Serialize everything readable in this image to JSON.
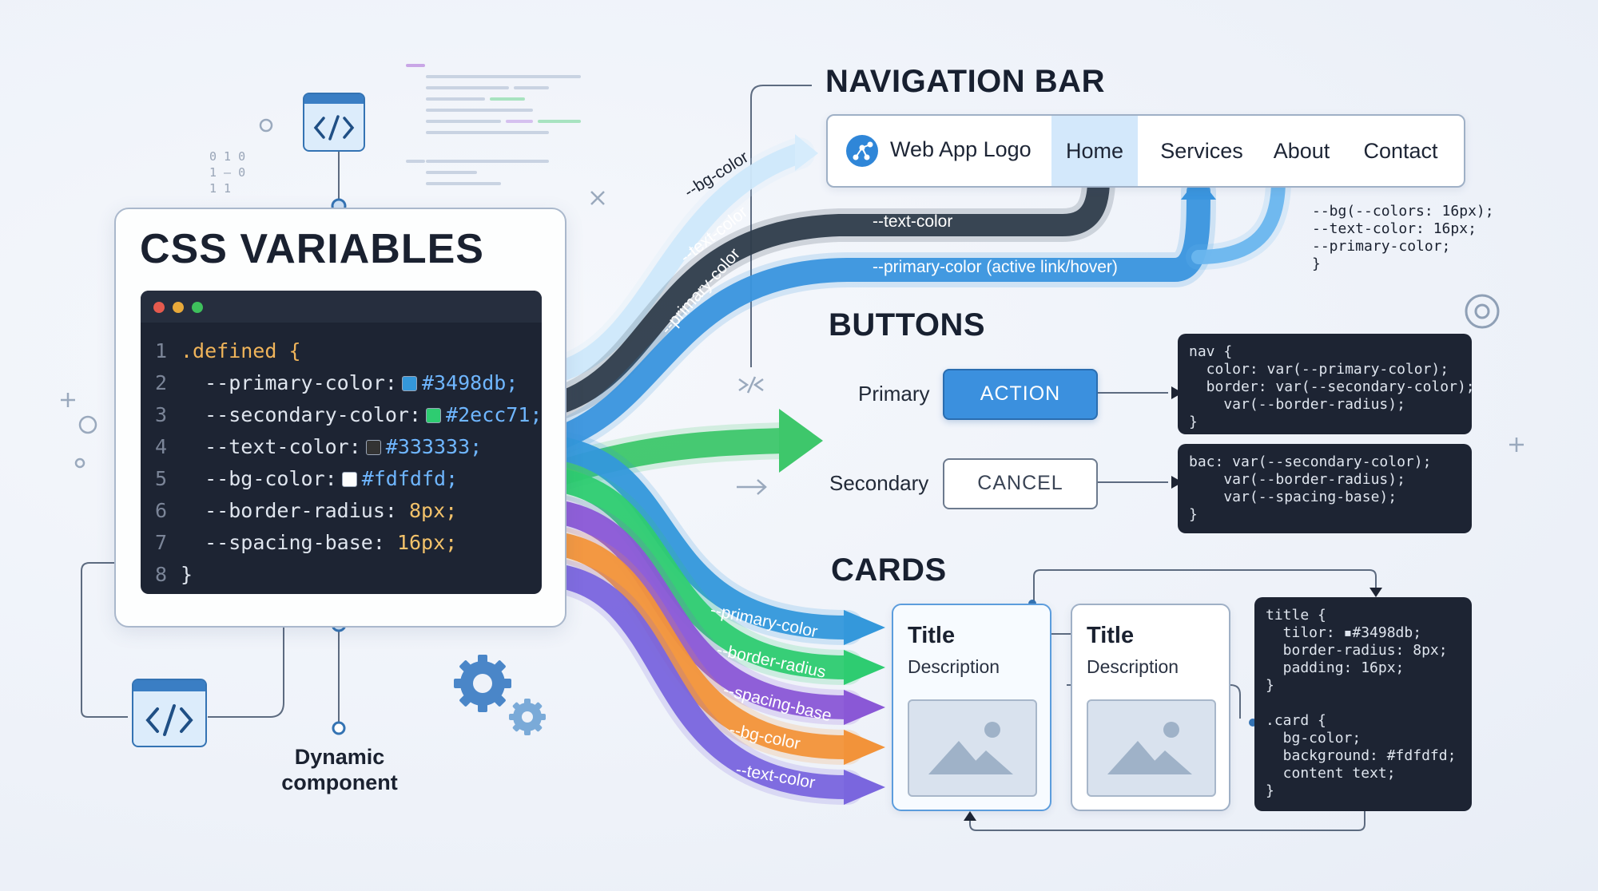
{
  "css_variables": {
    "title": "CSS VARIABLES",
    "lines": [
      {
        "n": "1",
        "selector": ".defined {",
        "prop": "",
        "value": "",
        "swatch": ""
      },
      {
        "n": "2",
        "selector": "",
        "prop": "--primary-color:",
        "value": "#3498db;",
        "swatch": "#3498db"
      },
      {
        "n": "3",
        "selector": "",
        "prop": "--secondary-color:",
        "value": "#2ecc71;",
        "swatch": "#2ecc71"
      },
      {
        "n": "4",
        "selector": "",
        "prop": "--text-color:",
        "value": "#333333;",
        "swatch": "#333333"
      },
      {
        "n": "5",
        "selector": "",
        "prop": "--bg-color:",
        "value": "#fdfdfd;",
        "swatch": "#fdfdfd"
      },
      {
        "n": "6",
        "selector": "",
        "prop": "--border-radius:",
        "value": "8px;",
        "swatch": ""
      },
      {
        "n": "7",
        "selector": "",
        "prop": "--spacing-base:",
        "value": "16px;",
        "swatch": ""
      },
      {
        "n": "8",
        "selector": "}",
        "prop": "",
        "value": "",
        "swatch": ""
      }
    ]
  },
  "flows_top": {
    "bg_color": "--bg-color",
    "text_color": "--text-color",
    "primary_color": "--primary-color",
    "text_color_band": "--text-color",
    "primary_band": "--primary-color (active link/hover)"
  },
  "navigation": {
    "title": "NAVIGATION BAR",
    "logo": "Web App Logo",
    "items": [
      "Home",
      "Services",
      "About",
      "Contact"
    ],
    "active": "Home",
    "note": "--bg(--colors: 16px);\n--text-color: 16px;\n--primary-color;\n}"
  },
  "buttons": {
    "title": "BUTTONS",
    "primary_label": "Primary",
    "primary_text": "ACTION",
    "secondary_label": "Secondary",
    "secondary_text": "CANCEL",
    "code_nav": "nav {\n  color: var(--primary-color);\n  border: var(--secondary-color);\n    var(--border-radius);\n}",
    "code_bac": "bac: var(--secondary-color);\n    var(--border-radius);\n    var(--spacing-base);\n}"
  },
  "cards": {
    "title": "CARDS",
    "items": [
      {
        "title": "Title",
        "description": "Description"
      },
      {
        "title": "Title",
        "description": "Description"
      }
    ],
    "code": "title {\n  tilor: ▪#3498db;\n  border-radius: 8px;\n  padding: 16px;\n}\n\n.card {\n  bg-color;\n  background: #fdfdfd;\n  content text;\n}"
  },
  "flows_bottom": [
    "--primary-color",
    "--border-radius",
    "--spacing-base",
    "--bg-color",
    "--text-color"
  ],
  "dynamic": {
    "label": "Dynamic\ncomponent"
  },
  "binary": [
    "0 1 0",
    "1 – 0",
    "1 1"
  ],
  "icons": [
    "code-icon",
    "gear-icon",
    "image-icon",
    "logo-icon",
    "arrow-icon"
  ],
  "colors": {
    "primary": "#3498db",
    "secondary": "#2ecc71",
    "text": "#333333",
    "bg": "#fdfdfd",
    "purple": "#8a58d6",
    "orange": "#f2933a",
    "dark_code": "#1d2433"
  }
}
